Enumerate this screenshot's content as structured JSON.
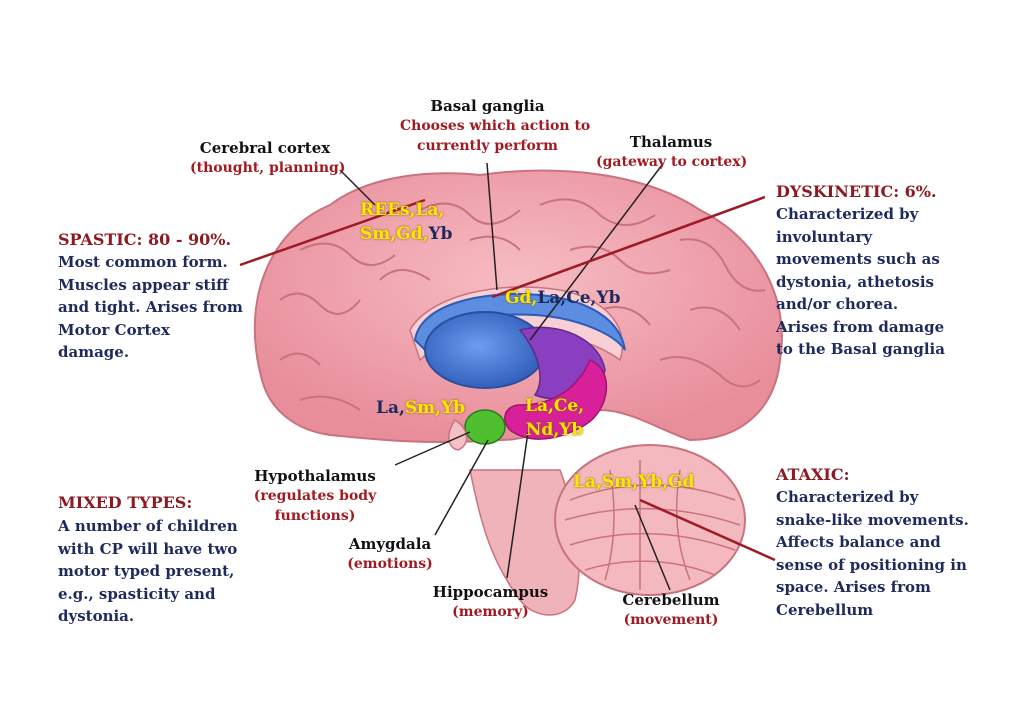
{
  "labels": {
    "basal_ganglia": {
      "title": "Basal ganglia",
      "desc": [
        "Chooses which action to",
        "currently perform"
      ]
    },
    "cerebral_cortex": {
      "title": "Cerebral cortex",
      "desc": "(thought,  planning)"
    },
    "thalamus": {
      "title": "Thalamus",
      "desc": "(gateway to cortex)"
    },
    "hypothalamus": {
      "title": "Hypothalamus",
      "desc": [
        "(regulates body",
        "functions)"
      ]
    },
    "amygdala": {
      "title": "Amygdala",
      "desc": "(emotions)"
    },
    "hippocampus": {
      "title": "Hippocampus",
      "desc": "(memory)"
    },
    "cerebellum": {
      "title": "Cerebellum",
      "desc": "(movement)"
    }
  },
  "types": {
    "spastic": {
      "title": "SPASTIC: 80 - 90%.",
      "body": [
        "Most common form.",
        "Muscles appear stiff",
        "and tight. Arises from",
        "Motor Cortex",
        "damage."
      ]
    },
    "dyskinetic": {
      "title": "DYSKINETIC: 6%.",
      "body": [
        "Characterized by",
        "involuntary",
        "movements such as",
        "dystonia, athetosis",
        "and/or chorea.",
        "Arises from damage",
        "to the Basal ganglia"
      ]
    },
    "mixed": {
      "title": "MIXED TYPES:",
      "body": [
        "A number of children",
        "with CP will have two",
        "motor typed present,",
        "e.g., spasticity and",
        "dystonia."
      ]
    },
    "ataxic": {
      "title": "ATAXIC:",
      "body": [
        "Characterized by",
        "snake-like  movements.",
        "Affects balance and",
        "sense of positioning in",
        "space. Arises from",
        "Cerebellum"
      ]
    }
  },
  "elements": {
    "cortex": {
      "line1_a": "REEs,La,",
      "line2_a": "Sm,Gd,",
      "line2_b": "Yb"
    },
    "basal": {
      "a": "Gd,",
      "b": "La,Ce,Yb"
    },
    "hypo": {
      "a": "La,",
      "b": "Sm,Yb"
    },
    "limbic": {
      "line1": "La,Ce,",
      "line2": "Nd,Yb"
    },
    "cerebellum": {
      "a": "La,Sm,Yb,Gd"
    }
  },
  "colors": {
    "brain": "#f3a9b2",
    "gyri_line": "#c8737f",
    "basal_ganglia": "#4a7bd4",
    "thalamus": "#8a3fc0",
    "limbic": "#d8209a",
    "amygdala": "#4fbf2f",
    "arrow": "#9e1a26"
  }
}
